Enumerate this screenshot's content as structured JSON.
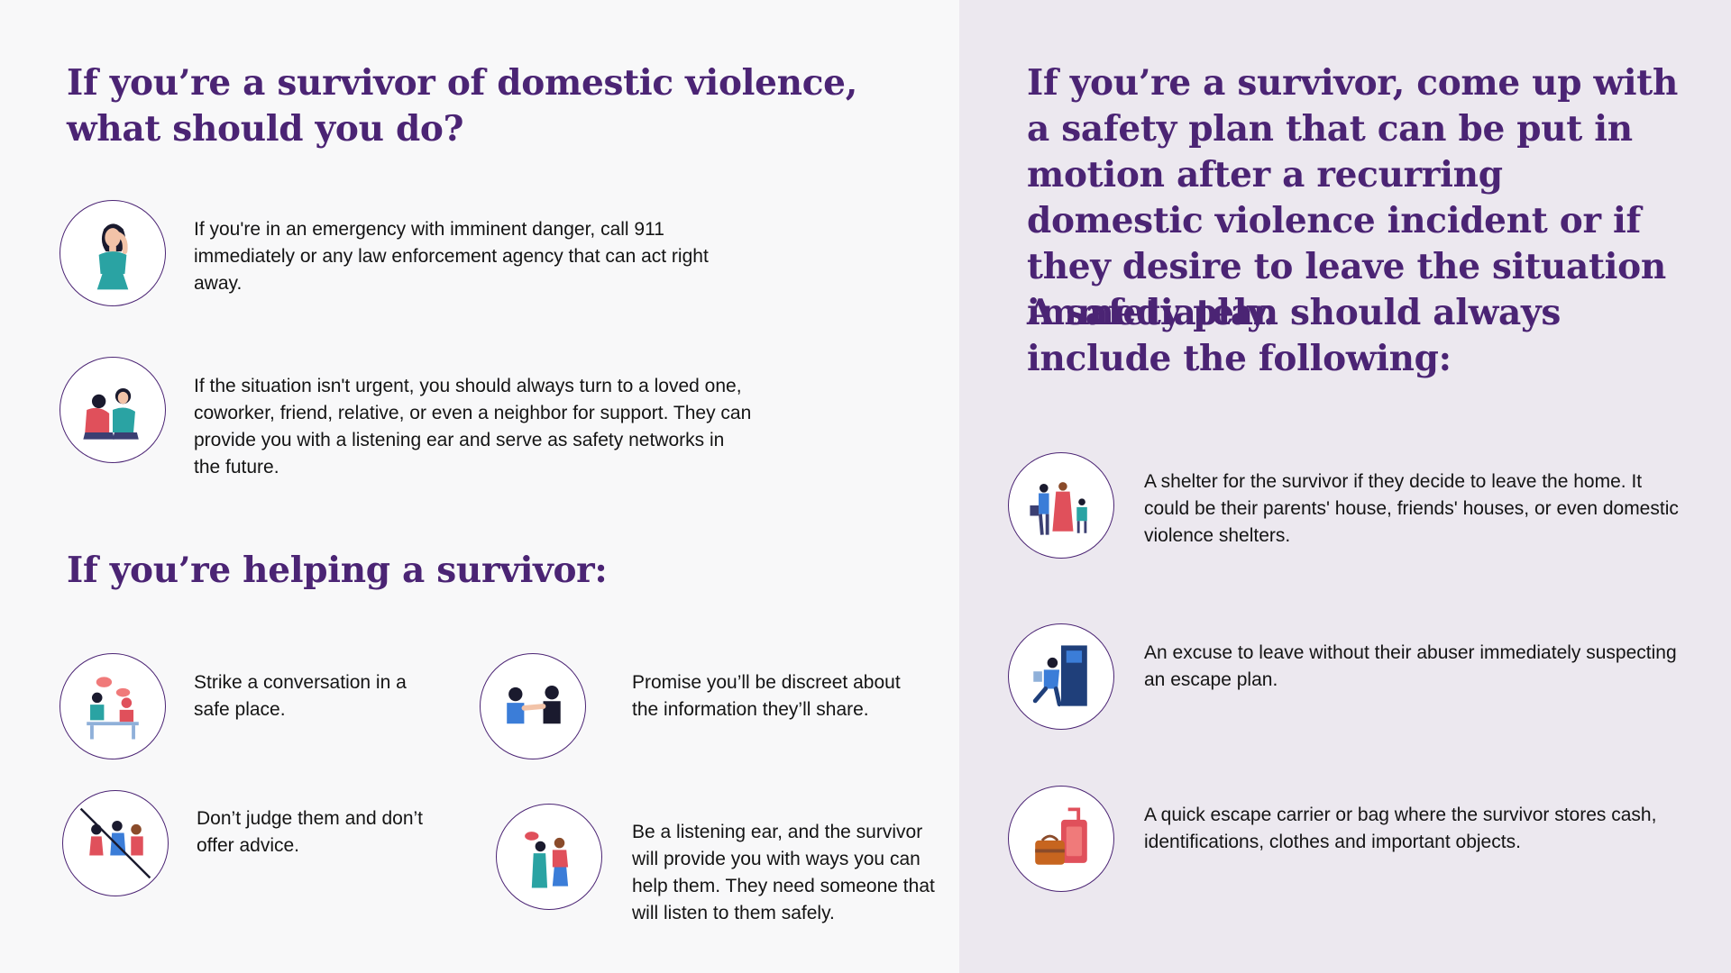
{
  "left": {
    "heading_survivor": "If you’re a survivor of domestic violence, what should you do?",
    "survivor_items": [
      {
        "icon": "distressed-woman-icon",
        "text": "If you're in an emergency with imminent danger, call 911 immediately or any law enforcement agency that can act right away."
      },
      {
        "icon": "comforting-friend-icon",
        "text": "If the situation isn't urgent, you should always turn to a loved one, coworker, friend, relative, or even a neighbor for support. They can provide you with a listening ear and serve as safety networks in the future."
      }
    ],
    "heading_helper": "If you’re helping a survivor:",
    "helper_items": [
      {
        "icon": "conversation-icon",
        "text": "Strike a conversation in a safe place."
      },
      {
        "icon": "handshake-icon",
        "text": "Promise you’ll be discreet about the information they’ll share."
      },
      {
        "icon": "no-judging-icon",
        "text": "Don’t judge them and don’t offer advice."
      },
      {
        "icon": "listening-icon",
        "text": "Be a listening ear, and the survivor will provide you with ways you can help them. They need someone that will listen to them safely."
      }
    ]
  },
  "right": {
    "heading": "If you’re a survivor, come up with a safety plan that can be put in motion after a recurring domestic violence incident or if they desire to leave the situation immediately.",
    "subheading": "A safety plan should always include the following:",
    "items": [
      {
        "icon": "family-leaving-icon",
        "text": "A shelter for the survivor if they decide to leave the home. It could be their parents' house, friends' houses, or even domestic violence shelters."
      },
      {
        "icon": "person-exiting-door-icon",
        "text": "An excuse to leave without their abuser immediately suspecting an escape plan."
      },
      {
        "icon": "luggage-icon",
        "text": "A quick escape carrier or bag where the survivor stores cash, identifications, clothes and important objects."
      }
    ]
  }
}
